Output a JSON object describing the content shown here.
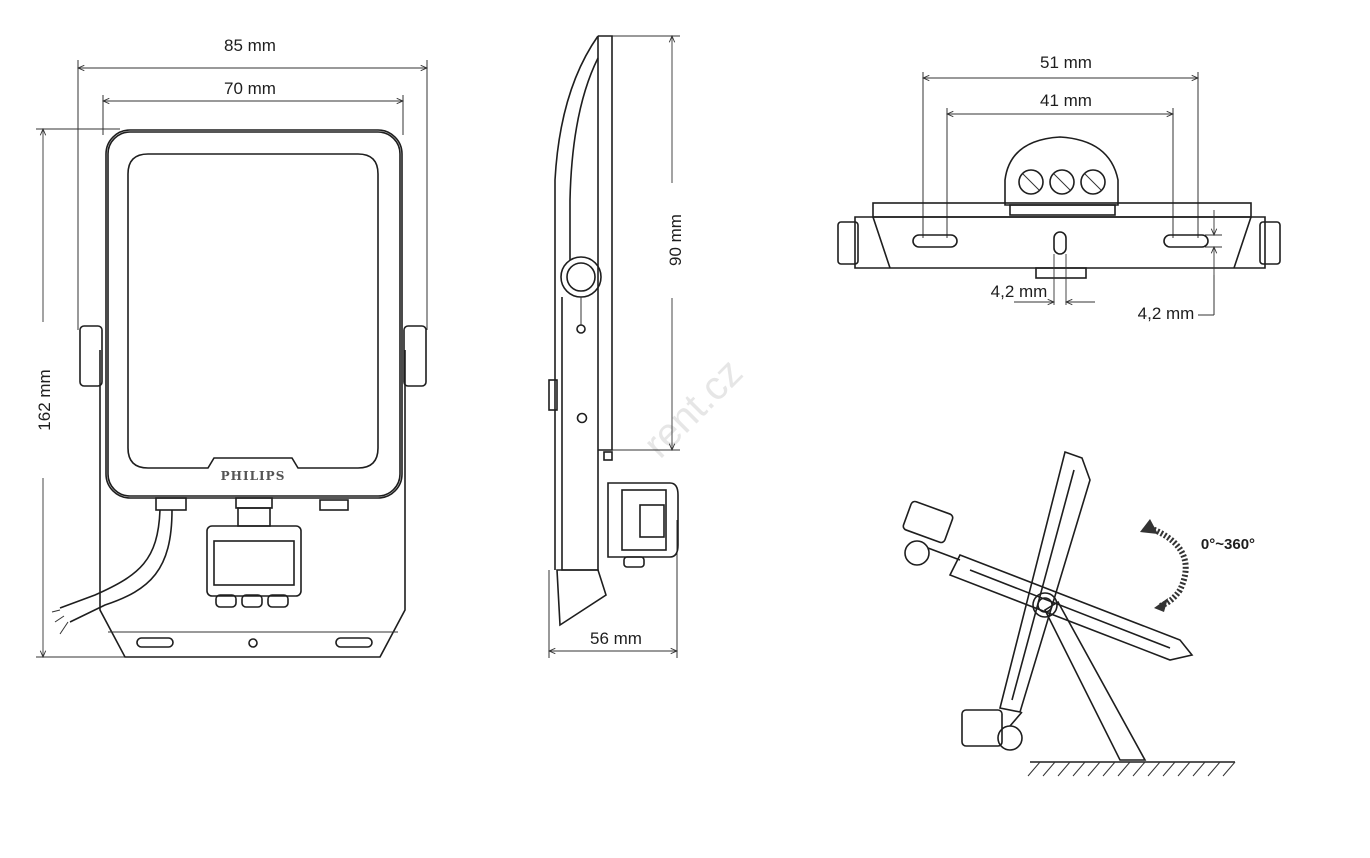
{
  "front_view": {
    "width_outer": "85 mm",
    "width_inner": "70 mm",
    "height": "162 mm",
    "brand": "PHILIPS"
  },
  "side_view": {
    "height": "90 mm",
    "depth": "56 mm"
  },
  "bottom_view": {
    "width_outer": "51 mm",
    "width_inner": "41 mm",
    "hole_center": "4,2 mm",
    "hole_side": "4,2 mm"
  },
  "rotation_view": {
    "angle": "0°~360°"
  },
  "watermark": "rent.cz",
  "colors": {
    "line": "#1e1e1e",
    "background": "#ffffff",
    "watermark": "#e6e6e6"
  }
}
